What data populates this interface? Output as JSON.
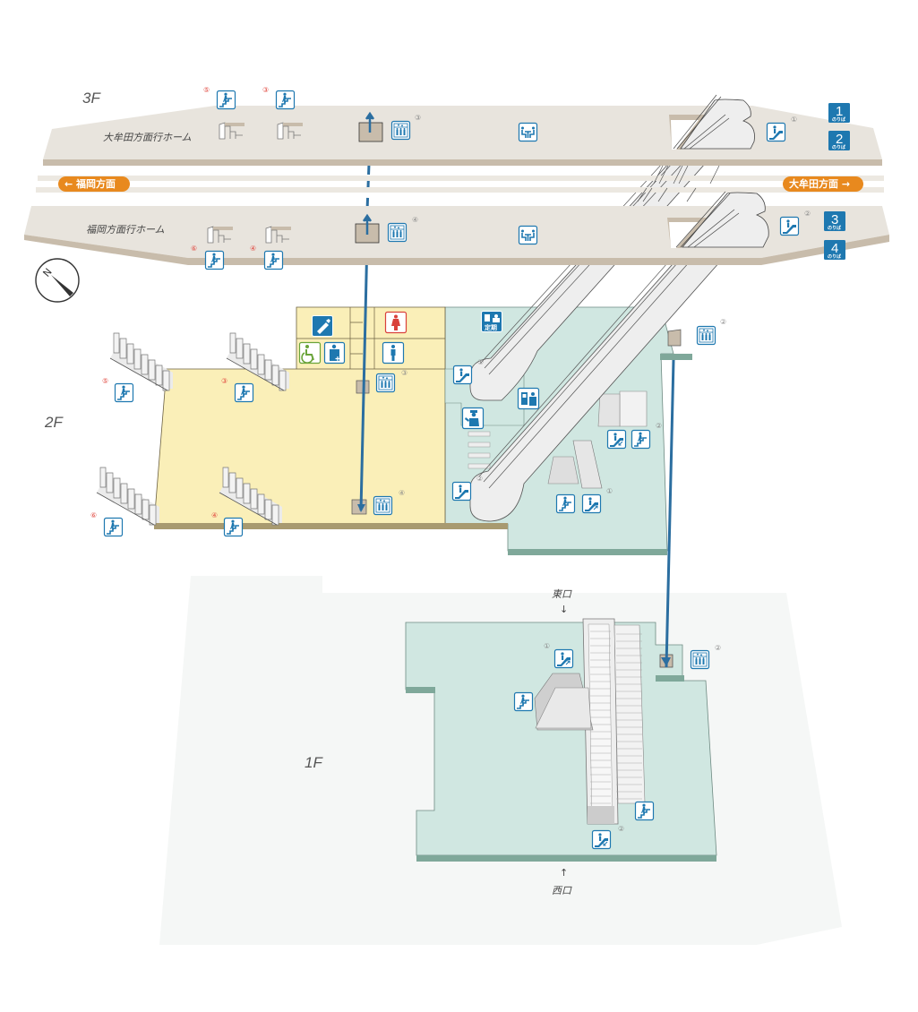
{
  "floors": {
    "f3": "3F",
    "f2": "2F",
    "f1": "1F"
  },
  "platforms": {
    "upper_name": "大牟田方面行ホーム",
    "lower_name": "福岡方面行ホーム",
    "badges": [
      {
        "number": "1",
        "sub": "のりば"
      },
      {
        "number": "2",
        "sub": "のりば"
      },
      {
        "number": "3",
        "sub": "のりば"
      },
      {
        "number": "4",
        "sub": "のりば"
      }
    ]
  },
  "directions": {
    "left": "← 福岡方面",
    "right": "大牟田方面 →"
  },
  "exits": {
    "east": "東口",
    "west": "西口",
    "arrow_down": "↓",
    "arrow_up": "↑"
  },
  "markers": {
    "stairs_3f_5": "⑤",
    "stairs_3f_3": "③",
    "stairs_3f_6": "⑥",
    "stairs_3f_4": "④",
    "elevator_3f_3": "③",
    "elevator_3f_4": "④",
    "escalator_3f_1": "①",
    "escalator_3f_2": "②",
    "stairs_2f_5": "⑤",
    "stairs_2f_3": "③",
    "stairs_2f_6": "⑥",
    "stairs_2f_4": "④",
    "elevator_2f_3": "③",
    "elevator_2f_4": "④",
    "elevator_2f_2": "②",
    "escalator_2f_1": "①",
    "escalator_2f_2": "②",
    "stairs_2f_east_2": "②",
    "stairs_2f_east_1": "①",
    "escalator_1f_1": "①",
    "escalator_1f_2": "②",
    "elevator_1f_2": "②"
  },
  "icons": {
    "teiki_label": "定期"
  },
  "colors": {
    "platform": "#e8e4dd",
    "platform_edge": "#c8bcab",
    "concourse_yellow": "#faefb8",
    "concourse_green": "#d0e7e1",
    "green_edge": "#7fa89a",
    "floor1_bg": "#f5f7f6",
    "icon_blue": "#1e78b0",
    "direction_orange": "#e8891e",
    "elevator_line": "#2b6ea0",
    "toilet_female": "#d9413b",
    "accessible_green": "#6aa43a"
  }
}
